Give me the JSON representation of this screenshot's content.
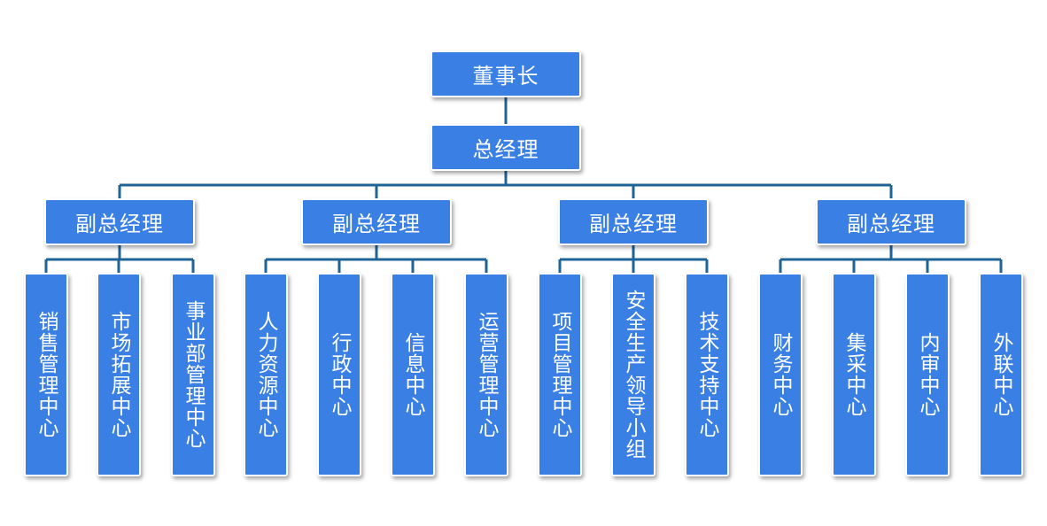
{
  "colors": {
    "node_fill": "#3a7fe4",
    "connector": "#1f6497"
  },
  "org": {
    "chairman": "董事长",
    "general_manager": "总经理",
    "vice_managers": [
      {
        "label": "副总经理",
        "departments": [
          "销售管理中心",
          "市场拓展中心",
          "事业部管理中心"
        ]
      },
      {
        "label": "副总经理",
        "departments": [
          "人力资源中心",
          "行政中心",
          "信息中心",
          "运营管理中心"
        ]
      },
      {
        "label": "副总经理",
        "departments": [
          "项目管理中心",
          "安全生产领导小组",
          "技术支持中心"
        ]
      },
      {
        "label": "副总经理",
        "departments": [
          "财务中心",
          "集采中心",
          "内审中心",
          "外联中心"
        ]
      }
    ]
  }
}
